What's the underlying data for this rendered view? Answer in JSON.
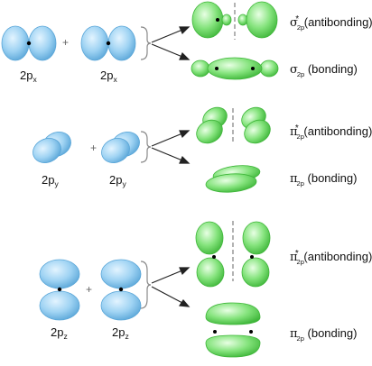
{
  "rows": [
    {
      "ao_left": {
        "base": "2p",
        "sub": "x"
      },
      "ao_right": {
        "base": "2p",
        "sub": "x"
      },
      "plus": "+",
      "antibonding": {
        "symbol": "σ",
        "sub": "2p",
        "star": "*",
        "text": "(antibonding)"
      },
      "bonding": {
        "symbol": "σ",
        "sub": "2p",
        "text": "(bonding)"
      }
    },
    {
      "ao_left": {
        "base": "2p",
        "sub": "y"
      },
      "ao_right": {
        "base": "2p",
        "sub": "y"
      },
      "plus": "+",
      "antibonding": {
        "symbol": "π",
        "sub": "2p",
        "star": "*",
        "text": "(antibonding)"
      },
      "bonding": {
        "symbol": "π",
        "sub": "2p",
        "text": "(bonding)"
      }
    },
    {
      "ao_left": {
        "base": "2p",
        "sub": "z"
      },
      "ao_right": {
        "base": "2p",
        "sub": "z"
      },
      "plus": "+",
      "antibonding": {
        "symbol": "π",
        "sub": "2p",
        "star": "*",
        "text": "(antibonding)"
      },
      "bonding": {
        "symbol": "π",
        "sub": "2p",
        "text": "(bonding)"
      }
    }
  ],
  "colors": {
    "atomic_orbital": "#8cc8ee",
    "atomic_orbital_edge": "#5aa6d8",
    "molecular_orbital": "#7fe07a",
    "molecular_orbital_edge": "#3fb63a",
    "nucleus": "#000000",
    "node_line": "#8a8a8a",
    "arrow": "#222222"
  },
  "icons": [
    "px-orbital",
    "py-orbital",
    "pz-orbital",
    "sigma-star-orbital",
    "sigma-orbital",
    "pi-star-orbital",
    "pi-orbital",
    "reaction-arrow",
    "brace",
    "nodal-plane"
  ]
}
